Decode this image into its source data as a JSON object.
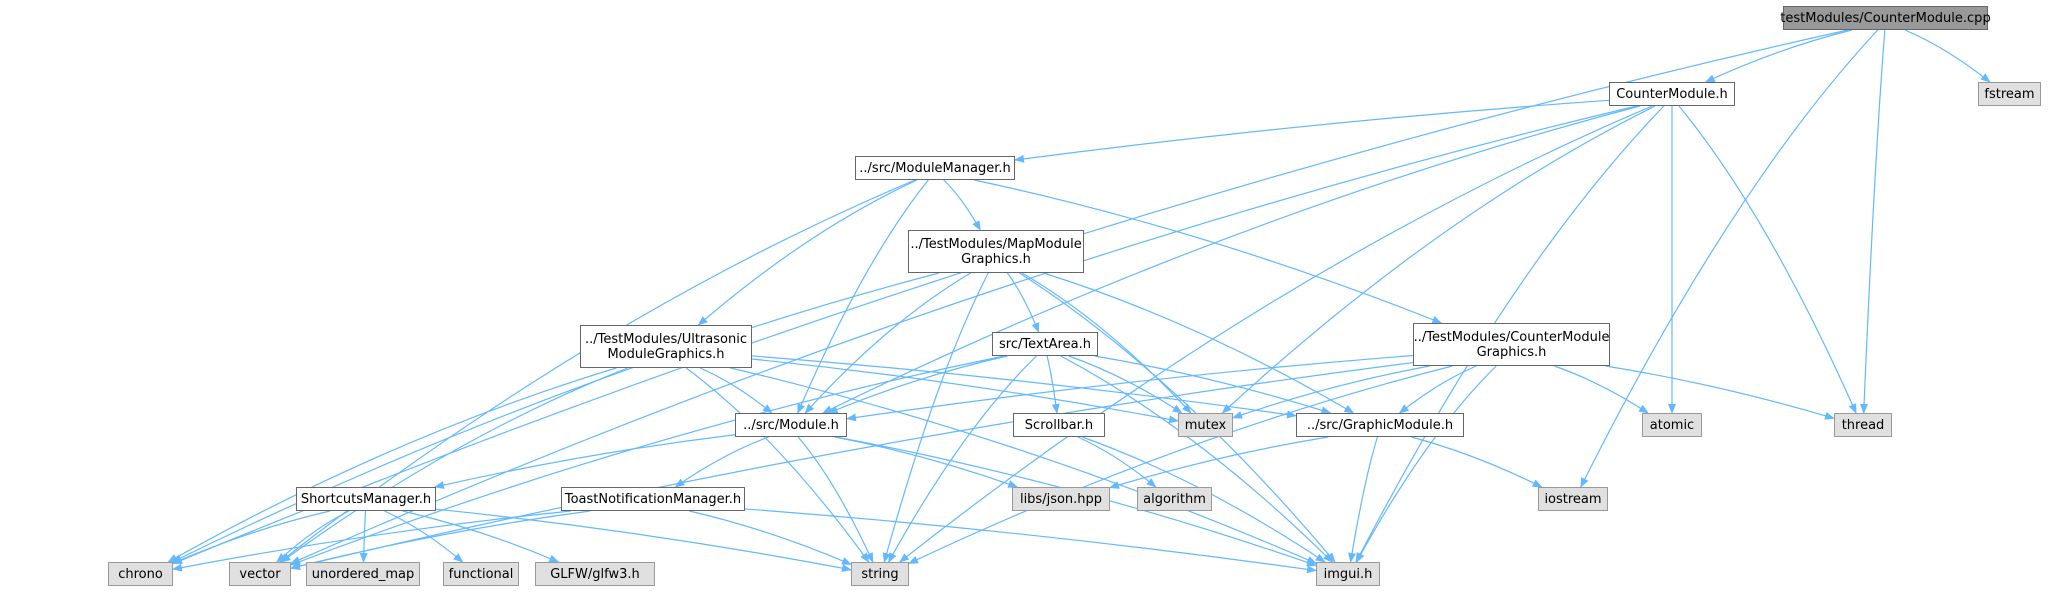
{
  "nodes": {
    "root": "testModules/CounterModule.cpp",
    "fstream": "fstream",
    "counter_h": "CounterModule.h",
    "module_manager": "../src/ModuleManager.h",
    "map_module_l1": "../TestModules/MapModule",
    "map_module_l2": "Graphics.h",
    "ultra_l1": "../TestModules/Ultrasonic",
    "ultra_l2": "ModuleGraphics.h",
    "textarea": "src/TextArea.h",
    "counter_graphics_l1": "../TestModules/CounterModule",
    "counter_graphics_l2": "Graphics.h",
    "module_h": "../src/Module.h",
    "scrollbar": "Scrollbar.h",
    "mutex": "mutex",
    "graphic_module": "../src/GraphicModule.h",
    "atomic": "atomic",
    "thread": "thread",
    "shortcuts": "ShortcutsManager.h",
    "toast": "ToastNotificationManager.h",
    "json": "libs/json.hpp",
    "algorithm": "algorithm",
    "iostream": "iostream",
    "chrono": "chrono",
    "vector": "vector",
    "unordered_map": "unordered_map",
    "functional": "functional",
    "glfw": "GLFW/glfw3.h",
    "string": "string",
    "imgui": "imgui.h"
  },
  "colors": {
    "edge": "#63b8ff",
    "root_fill": "#999999",
    "system_fill": "#e0e0e0",
    "internal_fill": "#ffffff"
  },
  "edges": [
    [
      "root",
      "counter_h"
    ],
    [
      "root",
      "fstream"
    ],
    [
      "root",
      "thread"
    ],
    [
      "root",
      "iostream"
    ],
    [
      "root",
      "chrono"
    ],
    [
      "counter_h",
      "module_manager"
    ],
    [
      "counter_h",
      "module_h"
    ],
    [
      "counter_h",
      "vector"
    ],
    [
      "counter_h",
      "mutex"
    ],
    [
      "counter_h",
      "atomic"
    ],
    [
      "counter_h",
      "thread"
    ],
    [
      "counter_h",
      "string"
    ],
    [
      "counter_h",
      "imgui"
    ],
    [
      "module_manager",
      "map_module"
    ],
    [
      "module_manager",
      "ultra"
    ],
    [
      "module_manager",
      "counter_graphics"
    ],
    [
      "module_manager",
      "module_h"
    ],
    [
      "module_manager",
      "vector"
    ],
    [
      "map_module",
      "textarea"
    ],
    [
      "map_module",
      "module_h"
    ],
    [
      "map_module",
      "mutex"
    ],
    [
      "map_module",
      "graphic_module"
    ],
    [
      "map_module",
      "string"
    ],
    [
      "map_module",
      "imgui"
    ],
    [
      "map_module",
      "chrono"
    ],
    [
      "ultra",
      "module_h"
    ],
    [
      "ultra",
      "graphic_module"
    ],
    [
      "ultra",
      "mutex"
    ],
    [
      "ultra",
      "vector"
    ],
    [
      "ultra",
      "chrono"
    ],
    [
      "ultra",
      "string"
    ],
    [
      "ultra",
      "imgui"
    ],
    [
      "textarea",
      "module_h"
    ],
    [
      "textarea",
      "scrollbar"
    ],
    [
      "textarea",
      "mutex"
    ],
    [
      "textarea",
      "graphic_module"
    ],
    [
      "textarea",
      "string"
    ],
    [
      "textarea",
      "imgui"
    ],
    [
      "textarea",
      "vector"
    ],
    [
      "counter_graphics",
      "module_h"
    ],
    [
      "counter_graphics",
      "graphic_module"
    ],
    [
      "counter_graphics",
      "mutex"
    ],
    [
      "counter_graphics",
      "atomic"
    ],
    [
      "counter_graphics",
      "thread"
    ],
    [
      "counter_graphics",
      "string"
    ],
    [
      "counter_graphics",
      "imgui"
    ],
    [
      "counter_graphics",
      "vector"
    ],
    [
      "module_h",
      "shortcuts"
    ],
    [
      "module_h",
      "toast"
    ],
    [
      "module_h",
      "json"
    ],
    [
      "module_h",
      "string"
    ],
    [
      "module_h",
      "imgui"
    ],
    [
      "scrollbar",
      "algorithm"
    ],
    [
      "scrollbar",
      "imgui"
    ],
    [
      "graphic_module",
      "json"
    ],
    [
      "graphic_module",
      "iostream"
    ],
    [
      "graphic_module",
      "imgui"
    ],
    [
      "shortcuts",
      "chrono"
    ],
    [
      "shortcuts",
      "vector"
    ],
    [
      "shortcuts",
      "unordered_map"
    ],
    [
      "shortcuts",
      "functional"
    ],
    [
      "shortcuts",
      "glfw"
    ],
    [
      "shortcuts",
      "string"
    ],
    [
      "toast",
      "vector"
    ],
    [
      "toast",
      "chrono"
    ],
    [
      "toast",
      "string"
    ],
    [
      "toast",
      "imgui"
    ]
  ]
}
